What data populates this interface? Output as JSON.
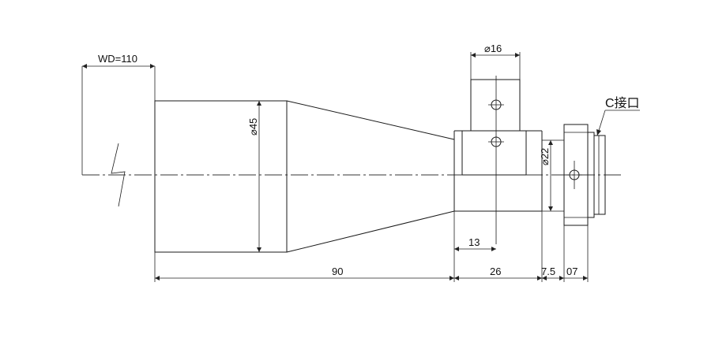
{
  "dimensions": {
    "wd": "WD=110",
    "dia_16": "⌀16",
    "dia_45": "⌀45",
    "dia_22": "⌀22",
    "len_13": "13",
    "len_90": "90",
    "len_26": "26",
    "len_7_5": "7.5",
    "len_07": "07"
  },
  "callout": {
    "mount": "C接口"
  }
}
